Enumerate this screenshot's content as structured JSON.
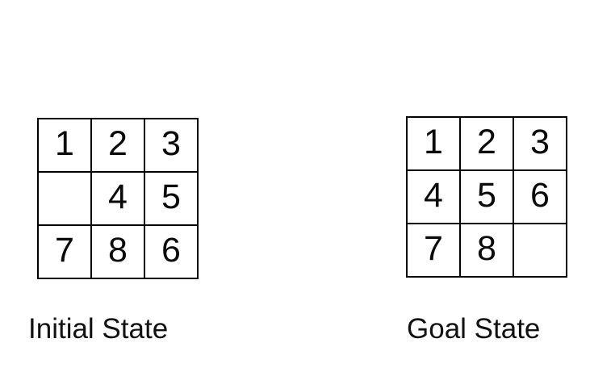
{
  "diagram": {
    "type": "8-puzzle-state-comparison",
    "background_color": "#ffffff",
    "line_color": "#000000",
    "text_color": "#0a0a0a",
    "blank_label": ""
  },
  "panels": [
    {
      "id": "initial",
      "caption": "Initial State",
      "grid": {
        "rows": 3,
        "cols": 3,
        "cells": [
          [
            "1",
            "2",
            "3"
          ],
          [
            "",
            "4",
            "5"
          ],
          [
            "7",
            "8",
            "6"
          ]
        ]
      }
    },
    {
      "id": "goal",
      "caption": "Goal State",
      "grid": {
        "rows": 3,
        "cols": 3,
        "cells": [
          [
            "1",
            "2",
            "3"
          ],
          [
            "4",
            "5",
            "6"
          ],
          [
            "7",
            "8",
            ""
          ]
        ]
      }
    }
  ]
}
